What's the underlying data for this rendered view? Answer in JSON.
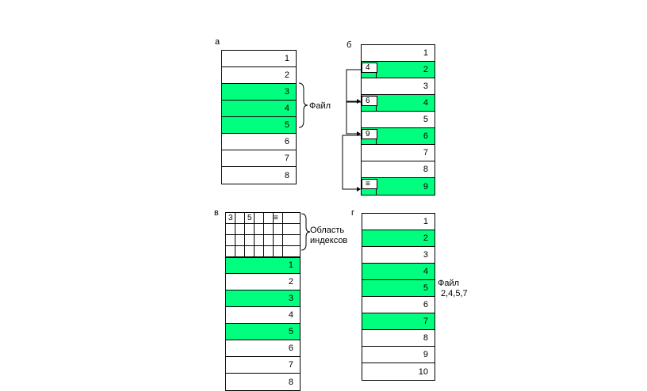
{
  "panel_a": {
    "label": "а",
    "cells": [
      {
        "n": "1",
        "g": false
      },
      {
        "n": "2",
        "g": false
      },
      {
        "n": "3",
        "g": true
      },
      {
        "n": "4",
        "g": true
      },
      {
        "n": "5",
        "g": true
      },
      {
        "n": "6",
        "g": false
      },
      {
        "n": "7",
        "g": false
      },
      {
        "n": "8",
        "g": false
      }
    ],
    "brace_label": "Файл"
  },
  "panel_b": {
    "label": "б",
    "cells": [
      {
        "n": "1",
        "g": false,
        "ptr": ""
      },
      {
        "n": "2",
        "g": true,
        "ptr": "4"
      },
      {
        "n": "3",
        "g": false,
        "ptr": ""
      },
      {
        "n": "4",
        "g": true,
        "ptr": "6"
      },
      {
        "n": "5",
        "g": false,
        "ptr": ""
      },
      {
        "n": "6",
        "g": true,
        "ptr": "9"
      },
      {
        "n": "7",
        "g": false,
        "ptr": ""
      },
      {
        "n": "8",
        "g": false,
        "ptr": ""
      },
      {
        "n": "9",
        "g": true,
        "ptr": "≡"
      }
    ]
  },
  "panel_v": {
    "label": "в",
    "index_values": [
      "3",
      "5",
      "≡"
    ],
    "brace_label_1": "Область",
    "brace_label_2": "индексов",
    "cells": [
      {
        "n": "1",
        "g": true
      },
      {
        "n": "2",
        "g": false
      },
      {
        "n": "3",
        "g": true
      },
      {
        "n": "4",
        "g": false
      },
      {
        "n": "5",
        "g": true
      },
      {
        "n": "6",
        "g": false
      },
      {
        "n": "7",
        "g": false
      },
      {
        "n": "8",
        "g": false
      }
    ]
  },
  "panel_g": {
    "label": "г",
    "cells": [
      {
        "n": "1",
        "g": false
      },
      {
        "n": "2",
        "g": true
      },
      {
        "n": "3",
        "g": false
      },
      {
        "n": "4",
        "g": true
      },
      {
        "n": "5",
        "g": true
      },
      {
        "n": "6",
        "g": false
      },
      {
        "n": "7",
        "g": true
      },
      {
        "n": "8",
        "g": false
      },
      {
        "n": "9",
        "g": false
      },
      {
        "n": "10",
        "g": false
      }
    ],
    "side_label_1": "Файл",
    "side_label_2": "2,4,5,7"
  },
  "colors": {
    "highlight": "#00ff7f",
    "line": "#000000"
  }
}
